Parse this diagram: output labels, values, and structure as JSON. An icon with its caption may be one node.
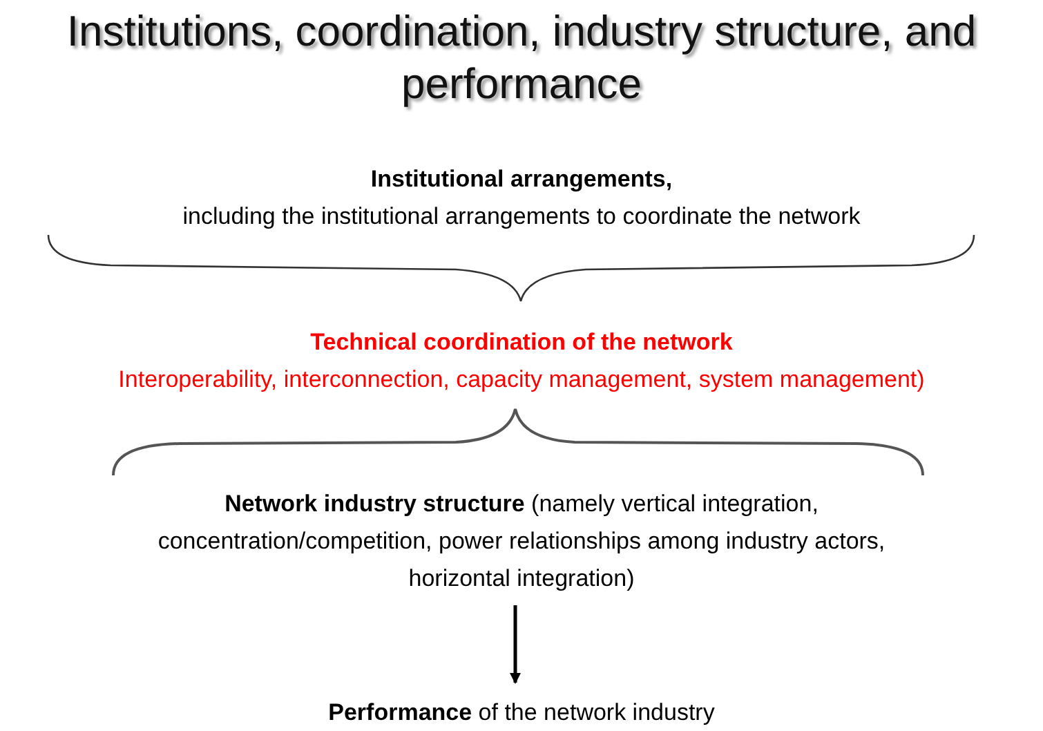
{
  "diagram": {
    "title": "Institutions, coordination, industry structure, and performance",
    "nodes": [
      {
        "text": [
          "**Network industry structure** (namely vertical integration, concentration/competition, power relationships among industry actors, horizontal integration)"
        ]
      },
      {
        "text": [
          "**Performance** of the network industry"
        ]
      }
    ],
    "edges": [
      {
        "from": 0,
        "to": 1,
        "arrow": "to"
      }
    ],
    "labels": [
      "Institutional arrangements,",
      "including the institutional arrangements to coordinate the network",
      "Technical coordination of the network",
      "Interoperability, interconnection, capacity management, system management)"
    ]
  }
}
